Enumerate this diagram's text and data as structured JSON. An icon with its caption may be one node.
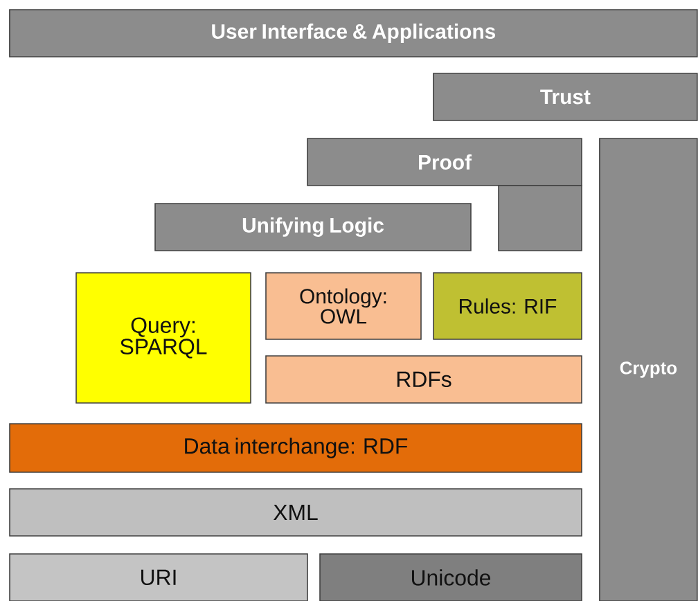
{
  "diagram": {
    "nodes": [
      {
        "text": [
          "User Interface & Applications"
        ]
      },
      {
        "text": [
          "Trust"
        ]
      },
      {
        "text": [
          "Proof"
        ]
      },
      {
        "text": [],
        "shape": "box"
      },
      {
        "text": [
          "Unifying Logic"
        ]
      },
      {
        "text": [
          "Crypto"
        ]
      },
      {
        "text": [
          "Query: SPARQL"
        ]
      },
      {
        "text": [
          "Ontology: OWL"
        ]
      },
      {
        "text": [
          "Rules: RIF"
        ]
      },
      {
        "text": [
          "RDFs"
        ]
      },
      {
        "text": [
          "Data interchange: RDF"
        ]
      },
      {
        "text": [
          "XML"
        ]
      },
      {
        "text": [
          "URI"
        ]
      },
      {
        "text": [
          "Unicode"
        ]
      }
    ]
  }
}
